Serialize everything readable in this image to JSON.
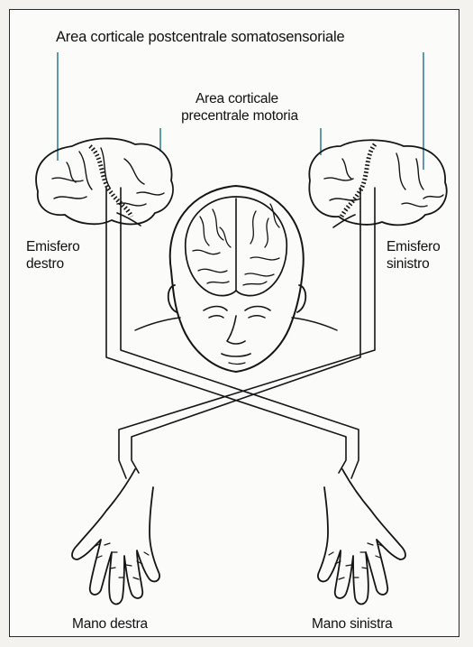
{
  "labels": {
    "postcentral": "Area corticale postcentrale somatosensoriale",
    "precentral_line1": "Area corticale",
    "precentral_line2": "precentrale motoria",
    "right_hemisphere_line1": "Emisfero",
    "right_hemisphere_line2": "destro",
    "left_hemisphere_line1": "Emisfero",
    "left_hemisphere_line2": "sinistro",
    "right_hand": "Mano destra",
    "left_hand": "Mano sinistra"
  },
  "colors": {
    "leader_line": "#1f6f86",
    "ink": "#151515"
  }
}
